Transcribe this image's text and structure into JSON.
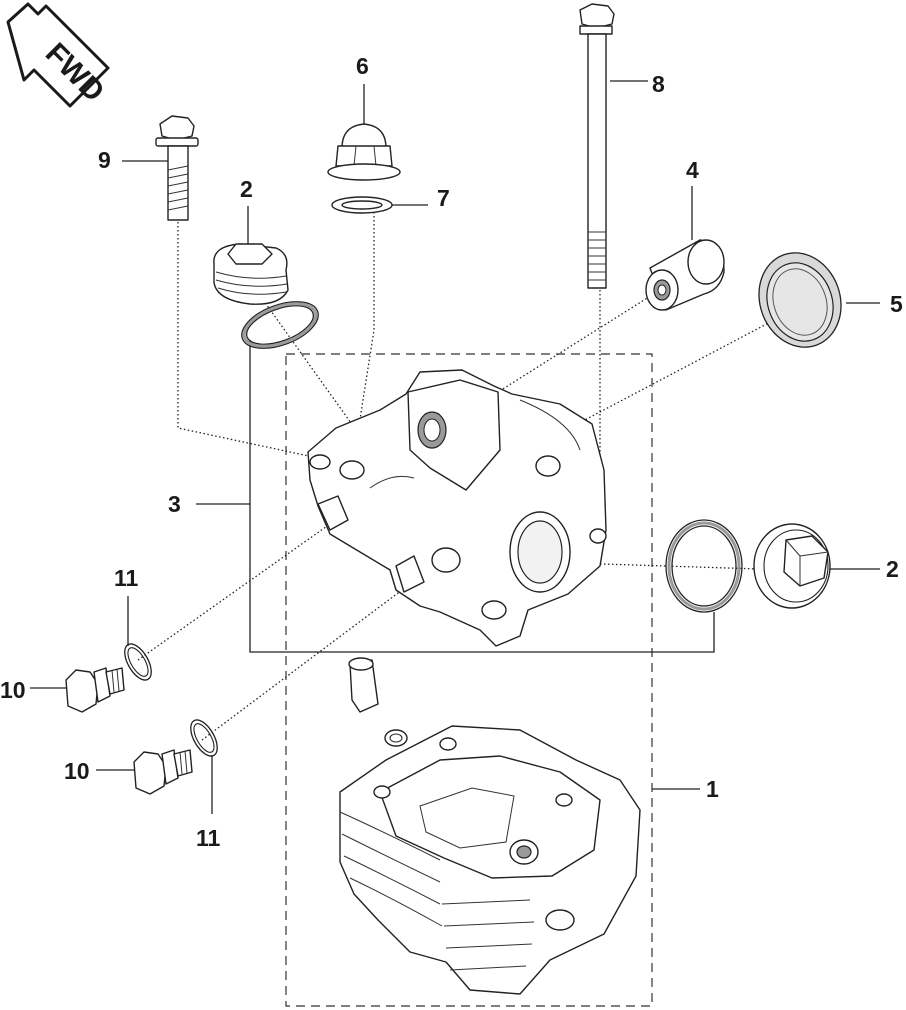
{
  "fwd_badge": {
    "label": "FWD"
  },
  "callouts": {
    "c1": "1",
    "c2a": "2",
    "c2b": "2",
    "c3": "3",
    "c4": "4",
    "c5": "5",
    "c6": "6",
    "c7": "7",
    "c8": "8",
    "c9": "9",
    "c10a": "10",
    "c10b": "10",
    "c11a": "11",
    "c11b": "11"
  }
}
